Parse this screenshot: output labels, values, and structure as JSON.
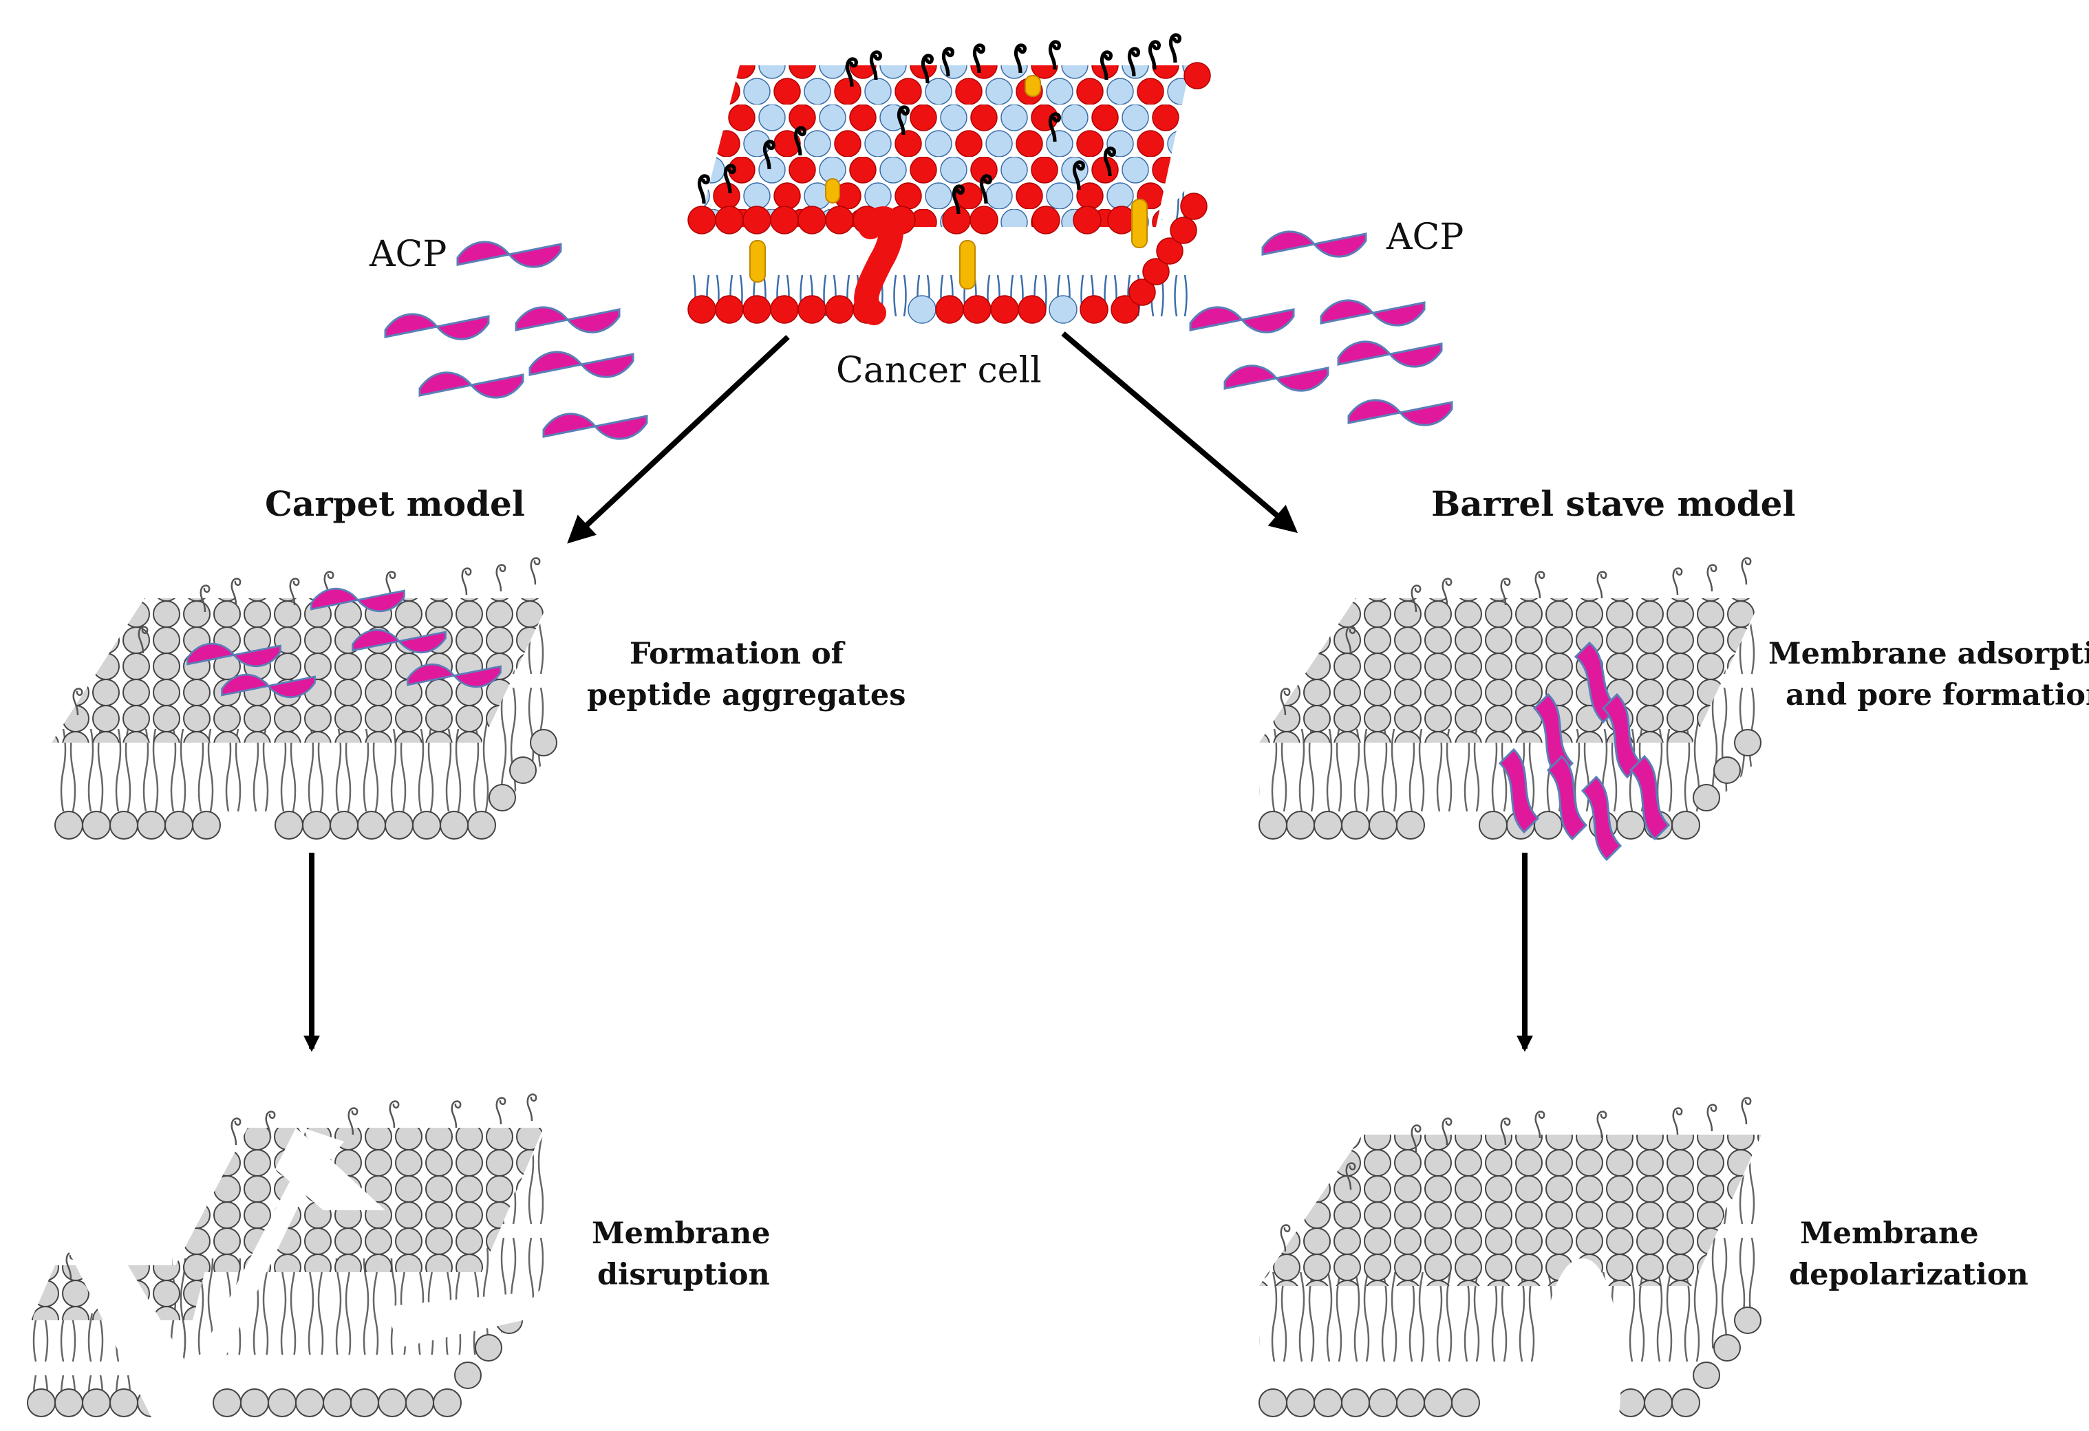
{
  "labels": {
    "acp_left": "ACP",
    "acp_right": "ACP",
    "cancer_cell": "Cancer cell",
    "carpet_model": "Carpet model",
    "barrel_stave_model": "Barrel stave model",
    "carpet_step1_line1": "Formation of",
    "carpet_step1_line2": "peptide aggregates",
    "barrel_step1_line1": "Membrane adsorption",
    "barrel_step1_line2": "and pore formation",
    "carpet_step2_line1": "Membrane",
    "carpet_step2_line2": "disruption",
    "barrel_step2_line1": "Membrane",
    "barrel_step2_line2": "depolarization"
  },
  "colors": {
    "peptide": "#e0189c",
    "peptide_edge": "#5a7fb8",
    "lipid_red": "#ee1111",
    "lipid_blue": "#bcd9f3",
    "lipid_gray": "#d4d4d4",
    "lipid_outline": "#444444",
    "cholesterol": "#f5b800",
    "arrow": "#000000"
  }
}
